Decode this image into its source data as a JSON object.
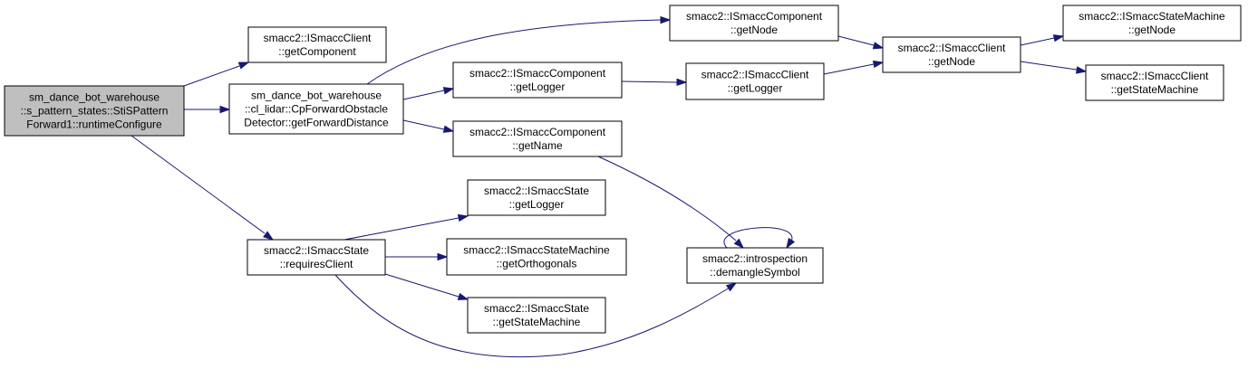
{
  "colors": {
    "edge": "#191970",
    "root_fill": "#bfbfbf",
    "node_fill": "#ffffff"
  },
  "nodes": {
    "root": [
      "sm_dance_bot_warehouse",
      "::s_pattern_states::StiSPattern",
      "Forward1::runtimeConfigure"
    ],
    "isc_getComponent": [
      "smacc2::ISmaccClient",
      "::getComponent"
    ],
    "cpfod_getForwardDistance": [
      "sm_dance_bot_warehouse",
      "::cl_lidar::CpForwardObstacle",
      "Detector::getForwardDistance"
    ],
    "iscomp_getNode": [
      "smacc2::ISmaccComponent",
      "::getNode"
    ],
    "iscomp_getLogger": [
      "smacc2::ISmaccComponent",
      "::getLogger"
    ],
    "iscomp_getName": [
      "smacc2::ISmaccComponent",
      "::getName"
    ],
    "isc_getLogger": [
      "smacc2::ISmaccClient",
      "::getLogger"
    ],
    "isc_getNode": [
      "smacc2::ISmaccClient",
      "::getNode"
    ],
    "issm_getNode": [
      "smacc2::ISmaccStateMachine",
      "::getNode"
    ],
    "isc_getStateMachine": [
      "smacc2::ISmaccClient",
      "::getStateMachine"
    ],
    "iss_requiresClient": [
      "smacc2::ISmaccState",
      "::requiresClient"
    ],
    "iss_getLogger": [
      "smacc2::ISmaccState",
      "::getLogger"
    ],
    "issm_getOrthogonals": [
      "smacc2::ISmaccStateMachine",
      "::getOrthogonals"
    ],
    "iss_getStateMachine": [
      "smacc2::ISmaccState",
      "::getStateMachine"
    ],
    "intro_demangleSymbol": [
      "smacc2::introspection",
      "::demangleSymbol"
    ]
  }
}
